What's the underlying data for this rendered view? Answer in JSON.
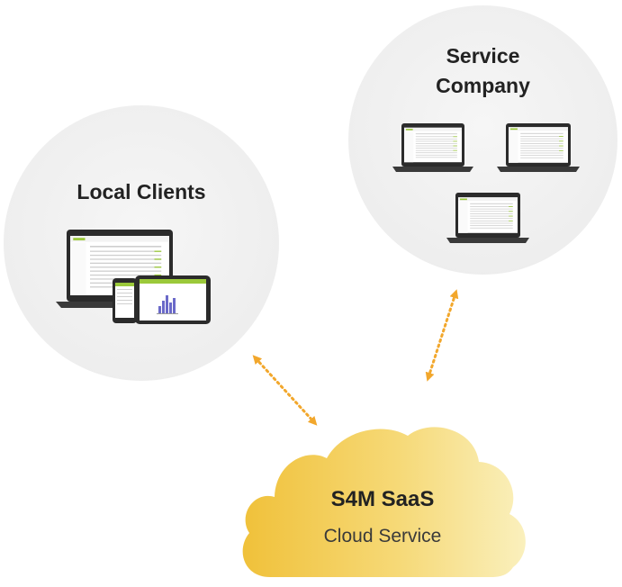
{
  "local_clients": {
    "title": "Local Clients"
  },
  "service_company": {
    "title_line1": "Service",
    "title_line2": "Company"
  },
  "cloud": {
    "title": "S4M SaaS",
    "subtitle": "Cloud Service"
  },
  "colors": {
    "arrow": "#f2a72c",
    "cloud_dark": "#f0c23a",
    "cloud_light": "#f9eeb2",
    "bubble": "#efefef",
    "screen_accent": "#9bc93a"
  },
  "icons": [
    "laptop-icon",
    "tablet-icon",
    "phone-icon",
    "cloud-icon",
    "double-arrow-icon"
  ]
}
